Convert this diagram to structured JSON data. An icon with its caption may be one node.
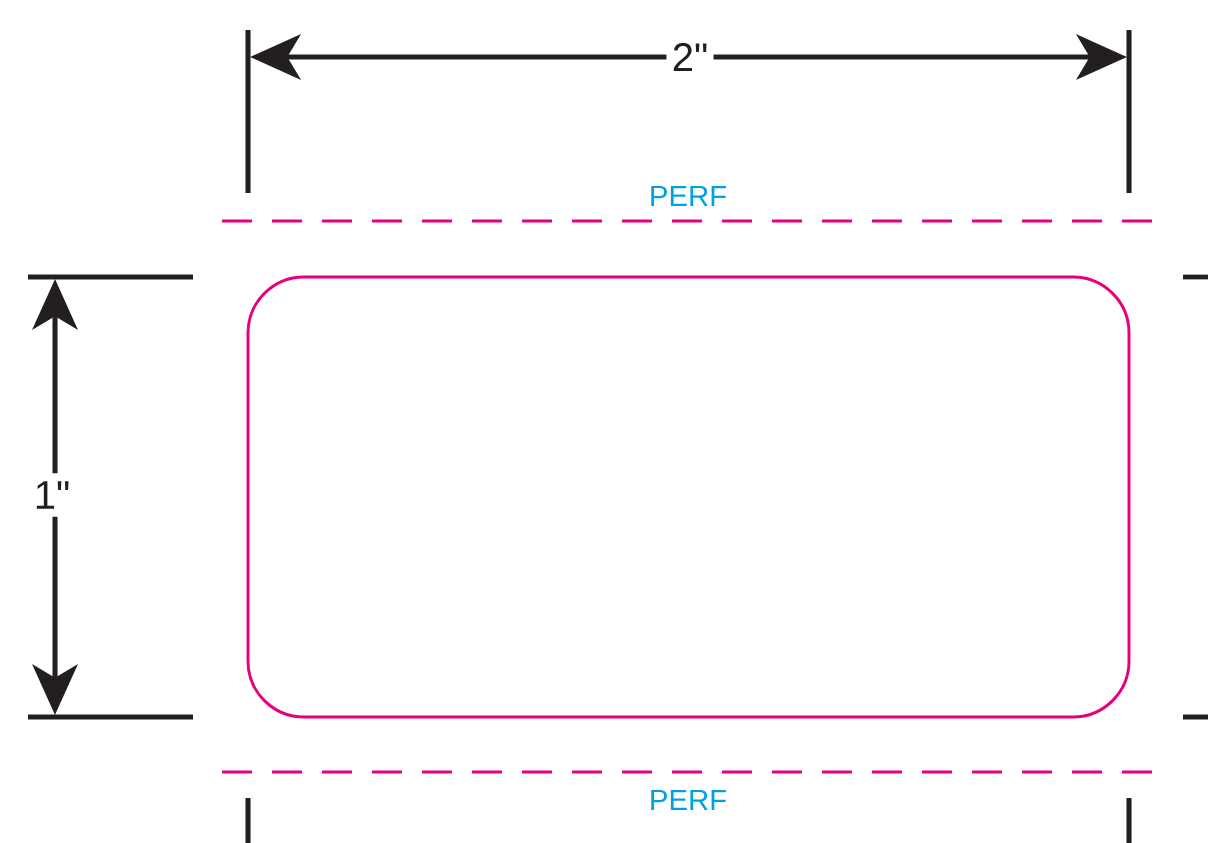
{
  "diagram": {
    "labels": [
      "2\"",
      "PERF",
      "1\"",
      "PERF"
    ]
  }
}
